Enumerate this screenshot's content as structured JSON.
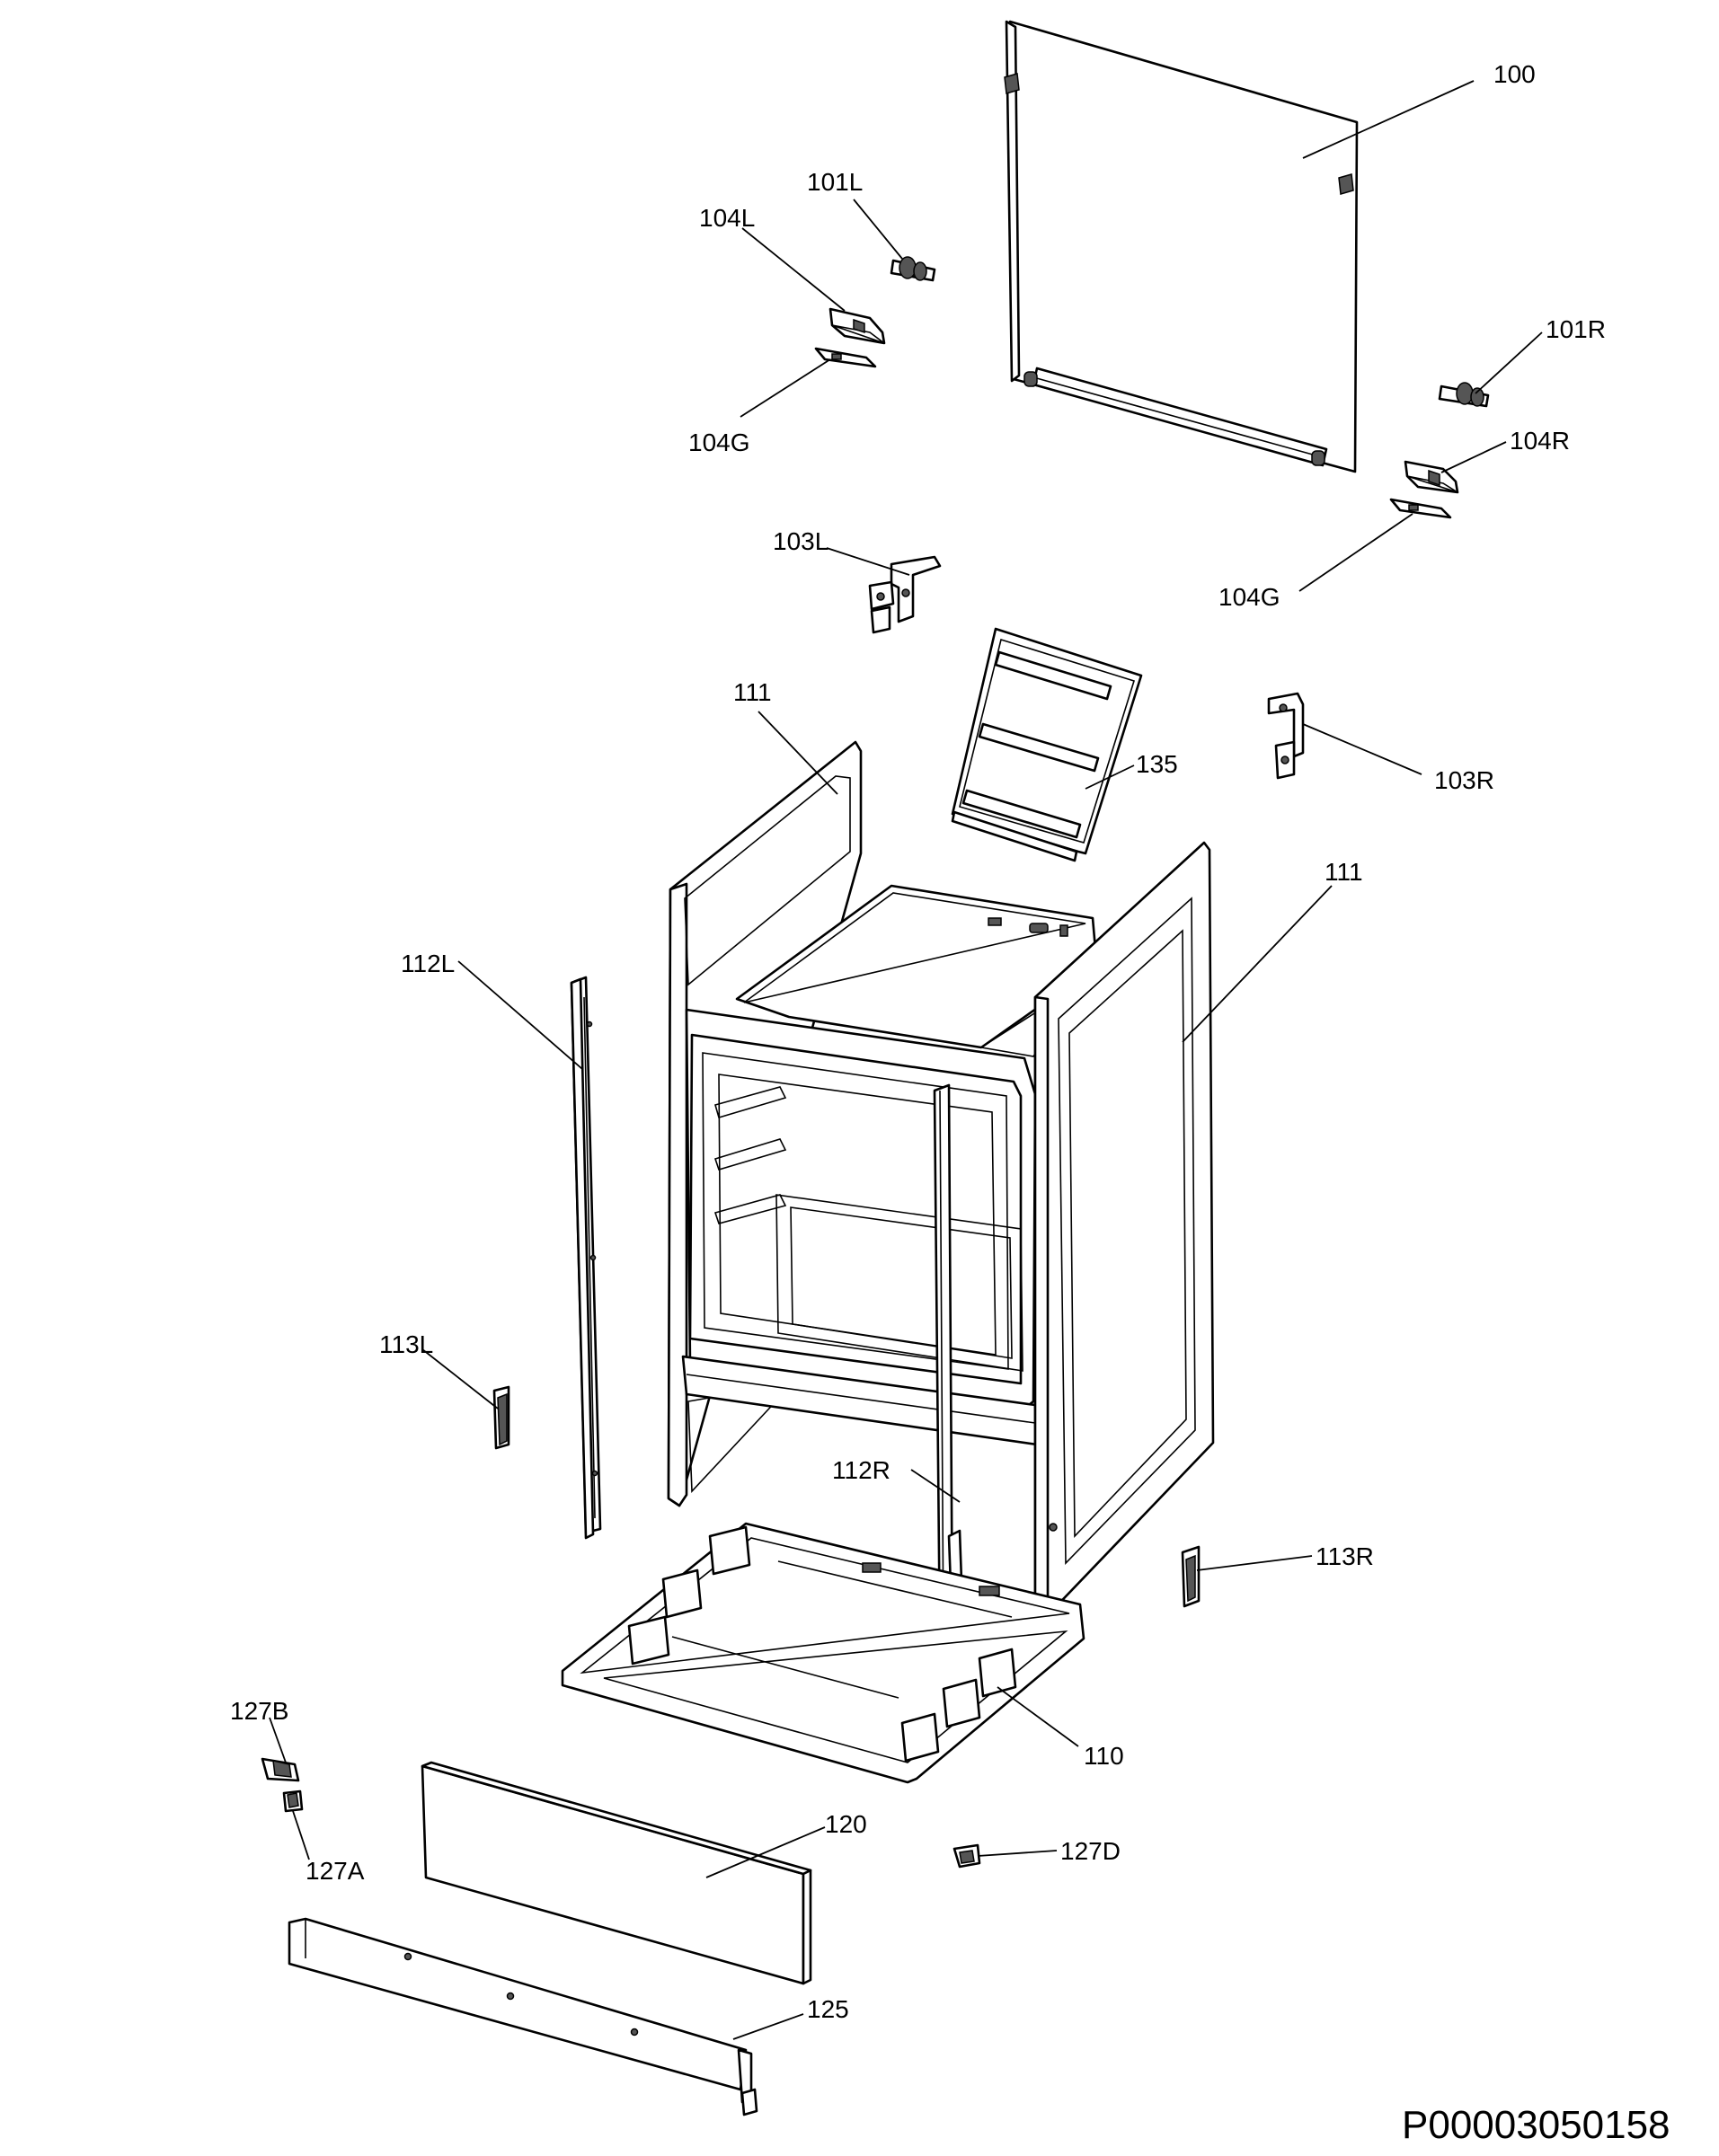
{
  "labels": {
    "l100": "100",
    "l101L": "101L",
    "l104L": "104L",
    "l104G_left": "104G",
    "l101R": "101R",
    "l104R": "104R",
    "l104G_right": "104G",
    "l103L": "103L",
    "l111_top": "111",
    "l135": "135",
    "l103R": "103R",
    "l111_right": "111",
    "l112L": "112L",
    "l113L": "113L",
    "l112R": "112R",
    "l113R": "113R",
    "l127B": "127B",
    "l110": "110",
    "l127A": "127A",
    "l120": "120",
    "l127D": "127D",
    "l125": "125"
  },
  "reference_code": "P00003050158"
}
